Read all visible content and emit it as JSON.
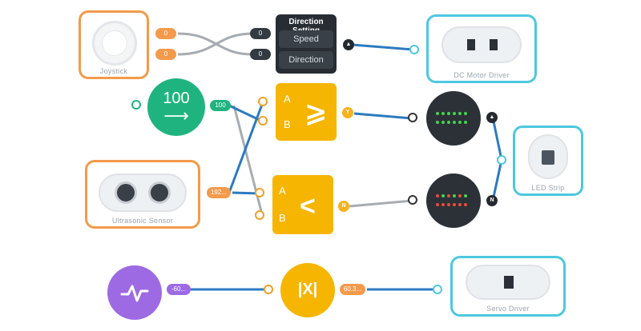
{
  "joystick": {
    "label": "Joystick",
    "out1": "0",
    "out2": "0"
  },
  "direction": {
    "title": "Direction Setting",
    "options": [
      "Speed",
      "Direction"
    ],
    "in1": "0",
    "in2": "0"
  },
  "motor": {
    "label": "DC Motor Driver"
  },
  "number": {
    "value": "100",
    "out": "100"
  },
  "ultrasonic": {
    "label": "Ultrasonic Sensor",
    "out": "192..."
  },
  "compare_ge": {
    "a": "A",
    "b": "B",
    "symbol": "⩾",
    "out_badge": "Y"
  },
  "compare_lt": {
    "a": "A",
    "b": "B",
    "symbol": "<",
    "out_badge": "N"
  },
  "led_strip": {
    "label": "LED Strip"
  },
  "led_up_badge": "▲",
  "led_down_badge": "N",
  "motor_badge": "▲",
  "wave": {
    "out": "-60..."
  },
  "abs": {
    "symbol": "|X|",
    "out": "60.3..."
  },
  "servo": {
    "label": "Servo Driver"
  },
  "colors": {
    "orange": "#f39a4b",
    "blue": "#4cc8df",
    "green": "#1fb47f",
    "yellow": "#f5b500",
    "purple": "#9d6ae3",
    "dark": "#282d33",
    "wire_blue": "#2b7bc0",
    "wire_gray": "#a7acb1"
  }
}
